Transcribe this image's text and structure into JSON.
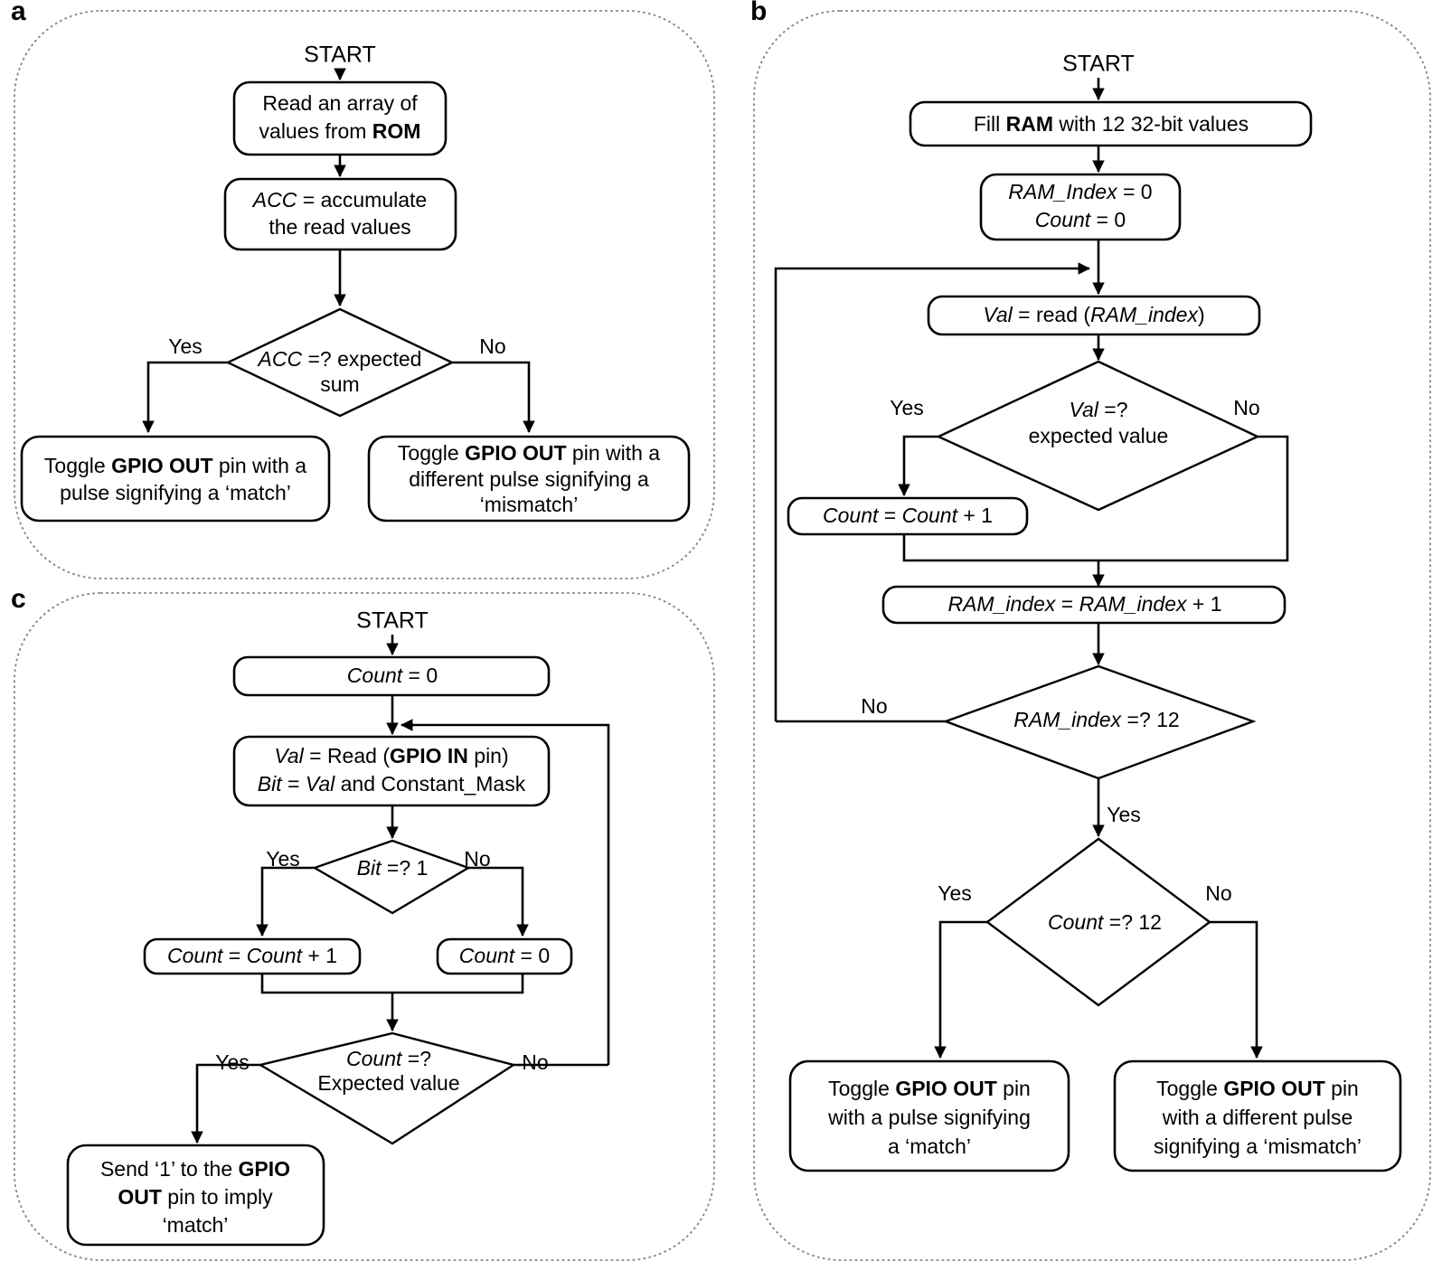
{
  "figure": {
    "type": "flowchart",
    "panels": [
      {
        "id": "a",
        "label": "a",
        "start_label": "START",
        "nodes": [
          {
            "id": "a1",
            "shape": "rounded-rect",
            "lines": [
              "Read an array of",
              "values from ROM"
            ],
            "bold_terms": [
              "ROM"
            ]
          },
          {
            "id": "a2",
            "shape": "rounded-rect",
            "lines": [
              "ACC = accumulate",
              "the read values"
            ],
            "italic_terms": [
              "ACC"
            ]
          },
          {
            "id": "a3",
            "shape": "diamond",
            "lines": [
              "ACC =? expected",
              "sum"
            ],
            "italic_terms": [
              "ACC"
            ]
          },
          {
            "id": "a4",
            "shape": "rounded-rect",
            "lines": [
              "Toggle GPIO OUT pin with a",
              "pulse signifying a ‘match’"
            ],
            "bold_terms": [
              "GPIO OUT"
            ]
          },
          {
            "id": "a5",
            "shape": "rounded-rect",
            "lines": [
              "Toggle GPIO OUT pin with a",
              "different pulse signifying a",
              "‘mismatch’"
            ],
            "bold_terms": [
              "GPIO OUT"
            ]
          }
        ],
        "edge_labels": [
          "Yes",
          "No"
        ]
      },
      {
        "id": "b",
        "label": "b",
        "start_label": "START",
        "nodes": [
          {
            "id": "b1",
            "shape": "rounded-rect",
            "lines": [
              "Fill RAM with 12 32-bit values"
            ],
            "bold_terms": [
              "RAM"
            ]
          },
          {
            "id": "b2",
            "shape": "rounded-rect",
            "lines": [
              "RAM_Index = 0",
              "Count = 0"
            ],
            "italic_terms": [
              "RAM_Index",
              "Count"
            ]
          },
          {
            "id": "b3",
            "shape": "rounded-rect",
            "lines": [
              "Val = read (RAM_index)"
            ],
            "italic_terms": [
              "Val",
              "RAM_index"
            ]
          },
          {
            "id": "b4",
            "shape": "diamond",
            "lines": [
              "Val =?",
              "expected value"
            ],
            "italic_terms": [
              "Val"
            ]
          },
          {
            "id": "b5",
            "shape": "rounded-rect",
            "lines": [
              "Count = Count + 1"
            ],
            "italic_terms": [
              "Count"
            ]
          },
          {
            "id": "b6",
            "shape": "rounded-rect",
            "lines": [
              "RAM_index = RAM_index + 1"
            ],
            "italic_terms": [
              "RAM_index"
            ]
          },
          {
            "id": "b7",
            "shape": "diamond",
            "lines": [
              "RAM_index =? 12"
            ],
            "italic_terms": [
              "RAM_index"
            ]
          },
          {
            "id": "b8",
            "shape": "diamond",
            "lines": [
              "Count =? 12"
            ],
            "italic_terms": [
              "Count"
            ]
          },
          {
            "id": "b9",
            "shape": "rounded-rect",
            "lines": [
              "Toggle GPIO OUT pin",
              "with a pulse signifying",
              "a ‘match’"
            ],
            "bold_terms": [
              "GPIO OUT"
            ]
          },
          {
            "id": "b10",
            "shape": "rounded-rect",
            "lines": [
              "Toggle GPIO OUT pin",
              "with a different pulse",
              "signifying a ‘mismatch’"
            ],
            "bold_terms": [
              "GPIO OUT"
            ]
          }
        ],
        "edge_labels": [
          "Yes",
          "No",
          "No",
          "Yes",
          "Yes",
          "No"
        ]
      },
      {
        "id": "c",
        "label": "c",
        "start_label": "START",
        "nodes": [
          {
            "id": "c1",
            "shape": "rounded-rect",
            "lines": [
              "Count = 0"
            ],
            "italic_terms": [
              "Count"
            ]
          },
          {
            "id": "c2",
            "shape": "rounded-rect",
            "lines": [
              "Val = Read (GPIO IN pin)",
              "Bit = Val and Constant_Mask"
            ],
            "bold_terms": [
              "GPIO IN"
            ],
            "italic_terms": [
              "Val",
              "Bit"
            ]
          },
          {
            "id": "c3",
            "shape": "diamond",
            "lines": [
              "Bit =? 1"
            ],
            "italic_terms": [
              "Bit"
            ]
          },
          {
            "id": "c4",
            "shape": "rounded-rect",
            "lines": [
              "Count = Count + 1"
            ],
            "italic_terms": [
              "Count"
            ]
          },
          {
            "id": "c5",
            "shape": "rounded-rect",
            "lines": [
              "Count = 0"
            ],
            "italic_terms": [
              "Count"
            ]
          },
          {
            "id": "c6",
            "shape": "diamond",
            "lines": [
              "Count =?",
              "Expected value"
            ],
            "italic_terms": [
              "Count"
            ]
          },
          {
            "id": "c7",
            "shape": "rounded-rect",
            "lines": [
              "Send ‘1’ to the GPIO",
              "OUT pin to imply",
              "‘match’"
            ],
            "bold_terms": [
              "GPIO",
              "OUT"
            ]
          }
        ],
        "edge_labels": [
          "Yes",
          "No",
          "Yes",
          "No"
        ]
      }
    ]
  },
  "panel_a": {
    "label": "a",
    "start": "START",
    "n1_l1": "Read an array of",
    "n1_l2a": "values from ",
    "n1_l2b": "ROM",
    "n2_l1a": "ACC",
    "n2_l1b": " = accumulate",
    "n2_l2": "the read values",
    "d1_l1a": "ACC",
    "d1_l1b": " =? expected",
    "d1_l2": "sum",
    "yes": "Yes",
    "no": "No",
    "n3_l1a": "Toggle ",
    "n3_l1b": "GPIO OUT",
    "n3_l1c": " pin with a",
    "n3_l2": "pulse signifying a ‘match’",
    "n4_l1a": "Toggle ",
    "n4_l1b": "GPIO OUT",
    "n4_l1c": " pin with a",
    "n4_l2": "different pulse signifying a",
    "n4_l3": "‘mismatch’"
  },
  "panel_b": {
    "label": "b",
    "start": "START",
    "n1_a": "Fill ",
    "n1_b": "RAM",
    "n1_c": " with 12 32-bit values",
    "n2_l1a": "RAM_Index",
    "n2_l1b": " = 0",
    "n2_l2a": "Count",
    "n2_l2b": " = 0",
    "n3_a": "Val",
    "n3_b": " = read (",
    "n3_c": "RAM_index",
    "n3_d": ")",
    "d1_l1a": "Val",
    "d1_l1b": " =?",
    "d1_l2": "expected value",
    "yes1": "Yes",
    "no1": "No",
    "n4_a": "Count",
    "n4_b": " = ",
    "n4_c": "Count",
    "n4_d": " + 1",
    "n5_a": "RAM_index",
    "n5_b": " = ",
    "n5_c": "RAM_index",
    "n5_d": " + 1",
    "d2_a": "RAM_index",
    "d2_b": " =? 12",
    "no2": "No",
    "yes2": "Yes",
    "d3_a": "Count",
    "d3_b": " =? 12",
    "yes3": "Yes",
    "no3": "No",
    "n6_l1a": "Toggle ",
    "n6_l1b": "GPIO OUT",
    "n6_l1c": " pin",
    "n6_l2": "with a pulse signifying",
    "n6_l3": "a ‘match’",
    "n7_l1a": "Toggle ",
    "n7_l1b": "GPIO OUT",
    "n7_l1c": " pin",
    "n7_l2": "with a different pulse",
    "n7_l3": "signifying a ‘mismatch’"
  },
  "panel_c": {
    "label": "c",
    "start": "START",
    "n1_a": "Count",
    "n1_b": " = 0",
    "n2_l1a": "Val",
    "n2_l1b": " = Read (",
    "n2_l1c": "GPIO IN",
    "n2_l1d": " pin)",
    "n2_l2a": "Bit",
    "n2_l2b": " = ",
    "n2_l2c": "Val",
    "n2_l2d": " and Constant_Mask",
    "d1_a": "Bit",
    "d1_b": " =? 1",
    "yes1": "Yes",
    "no1": "No",
    "n3_a": "Count",
    "n3_b": " = ",
    "n3_c": "Count",
    "n3_d": " + 1",
    "n4_a": "Count",
    "n4_b": " = 0",
    "d2_l1a": "Count",
    "d2_l1b": " =?",
    "d2_l2": "Expected value",
    "yes2": "Yes",
    "no2": "No",
    "n5_l1a": "Send ‘1’ to the ",
    "n5_l1b": "GPIO",
    "n5_l2a": "OUT",
    "n5_l2b": " pin to imply",
    "n5_l3": "‘match’"
  },
  "colors": {
    "stroke": "#000000",
    "panel_border": "#8a8a8a",
    "background": "#ffffff"
  }
}
